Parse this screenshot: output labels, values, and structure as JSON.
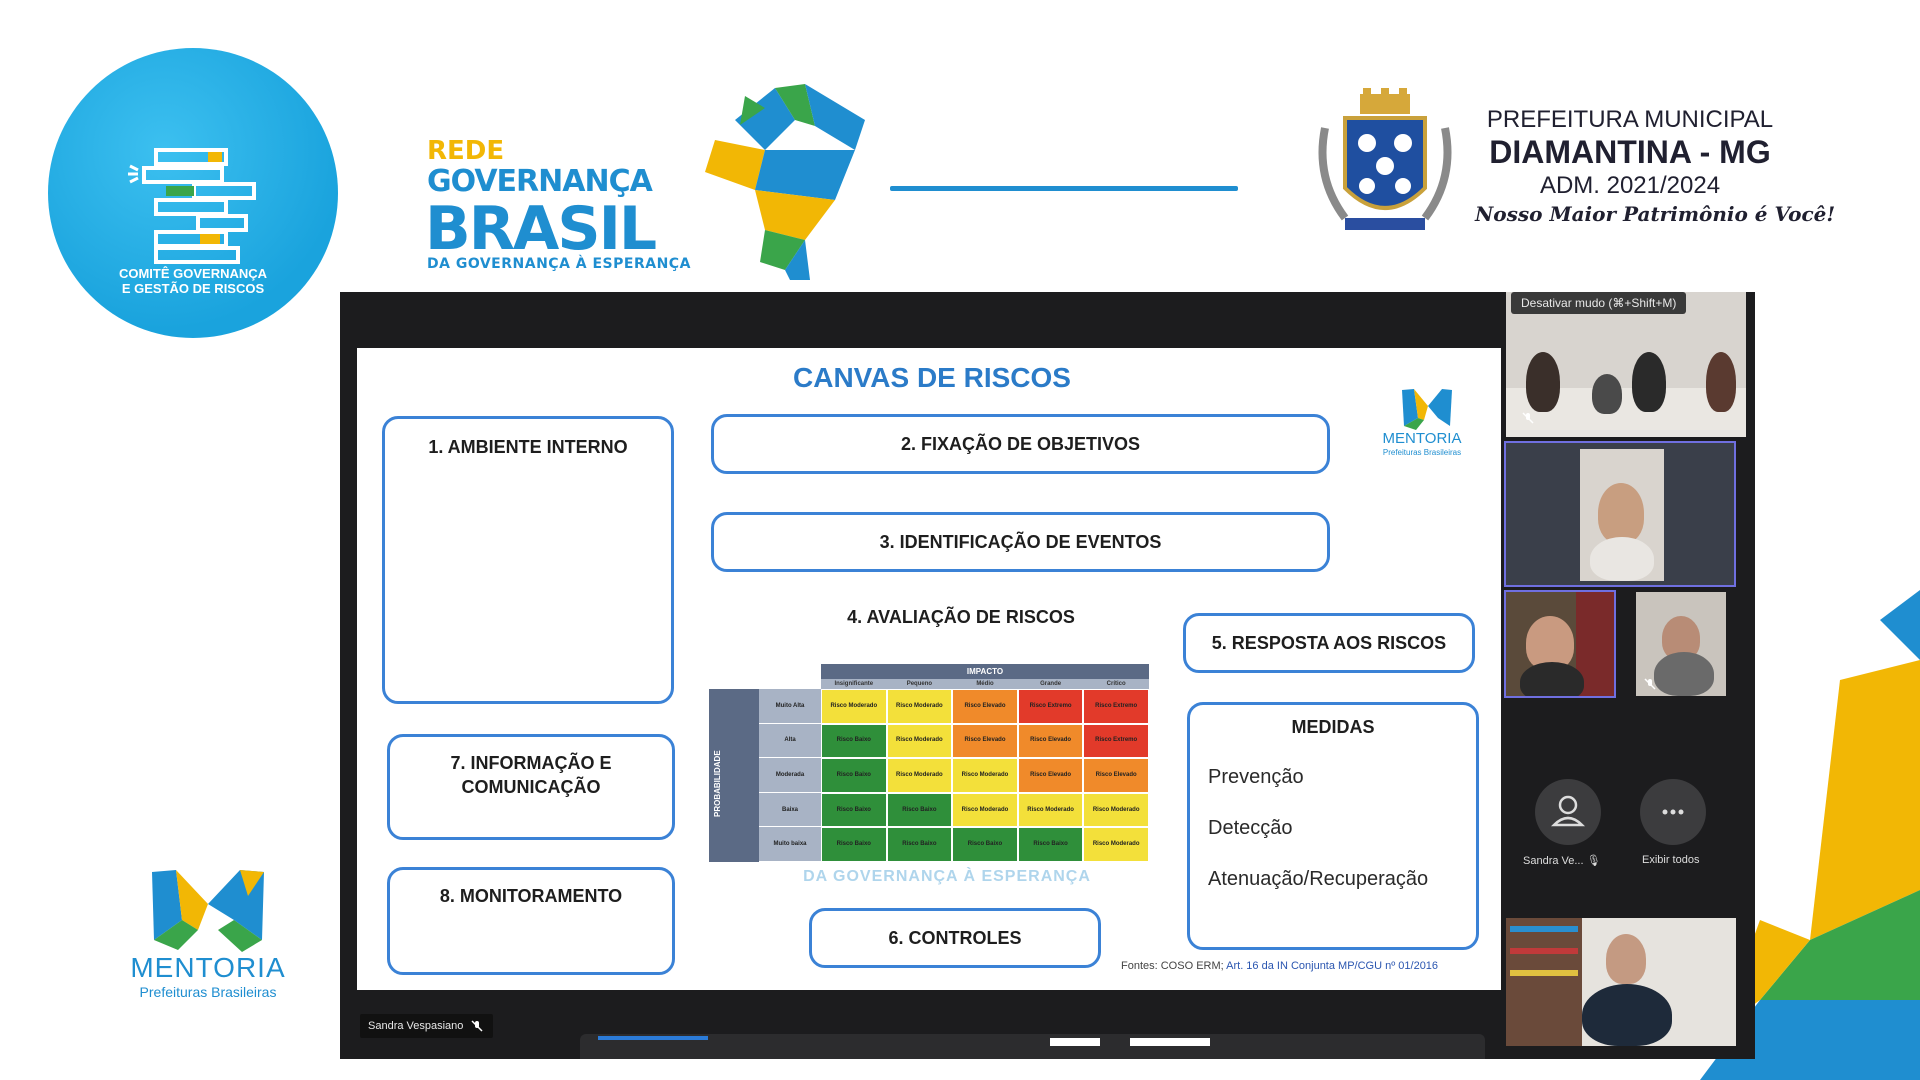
{
  "branding": {
    "comite": {
      "line1": "COMITÊ GOVERNANÇA",
      "line2": "E GESTÃO DE RISCOS"
    },
    "rede": {
      "line1": "REDE",
      "line2": "GOVERNANÇA",
      "line3": "BRASIL",
      "tagline": "DA GOVERNANÇA À ESPERANÇA"
    },
    "prefeitura": {
      "line1": "PREFEITURA MUNICIPAL",
      "line2": "DIAMANTINA - MG",
      "line3": "ADM. 2021/2024",
      "slogan": "Nosso Maior Patrimônio é Você!"
    },
    "mentoria": {
      "name": "MENTORIA",
      "subtitle": "Prefeituras Brasileiras"
    }
  },
  "colors": {
    "accent": "#1f8ed0",
    "yellow": "#f2b705",
    "green": "#3aa54a",
    "slide_border": "#3b82d6"
  },
  "meeting": {
    "unmute_tooltip": "Desativar mudo (⌘+Shift+M)",
    "presenter_name": "Sandra Vespasiano",
    "participant_name": "Sandra Ve...",
    "show_all_label": "Exibir todos",
    "icons": {
      "mute": "mic-muted-icon",
      "avatar": "user-avatar-icon",
      "more": "more-dots-icon"
    }
  },
  "slide": {
    "title": "CANVAS DE RISCOS",
    "box1": "1.   AMBIENTE INTERNO",
    "box2": "2. FIXAÇÃO DE OBJETIVOS",
    "box3": "3. IDENTIFICAÇÃO DE EVENTOS",
    "box4": "4. AVALIAÇÃO DE RISCOS",
    "box5": "5. RESPOSTA AOS RISCOS",
    "box6": "6. CONTROLES",
    "box7_l1": "7. INFORMAÇÃO E",
    "box7_l2": "COMUNICAÇÃO",
    "box8": "8. MONITORAMENTO",
    "medidas": {
      "title": "MEDIDAS",
      "items": [
        "Prevenção",
        "Detecção",
        "Atenuação/Recuperação"
      ]
    },
    "fontes_prefix": "Fontes: COSO ERM; ",
    "fontes_link": "Art. 16 da IN Conjunta MP/CGU nº 01/2016",
    "watermark": "DA GOVERNANÇA À ESPERANÇA",
    "logo_name": "MENTORIA",
    "logo_sub": "Prefeituras Brasileiras",
    "matrix": {
      "impact_label": "IMPACTO",
      "prob_label": "PROBABILIDADE",
      "columns": [
        "Insignificante",
        "Pequeno",
        "Médio",
        "Grande",
        "Crítico"
      ],
      "rows": [
        "Muito Alta",
        "Alta",
        "Moderada",
        "Baixa",
        "Muito baixa"
      ],
      "cells": [
        [
          "Risco Moderado",
          "Risco Moderado",
          "Risco Elevado",
          "Risco Extremo",
          "Risco Extremo"
        ],
        [
          "Risco Baixo",
          "Risco Moderado",
          "Risco Elevado",
          "Risco Elevado",
          "Risco Extremo"
        ],
        [
          "Risco Baixo",
          "Risco Moderado",
          "Risco Moderado",
          "Risco Elevado",
          "Risco Elevado"
        ],
        [
          "Risco Baixo",
          "Risco Baixo",
          "Risco Moderado",
          "Risco Moderado",
          "Risco Moderado"
        ],
        [
          "Risco Baixo",
          "Risco Baixo",
          "Risco Baixo",
          "Risco Baixo",
          "Risco Moderado"
        ]
      ],
      "cell_colors": [
        [
          "#f3e03a",
          "#f3e03a",
          "#f08a2a",
          "#e23a2a",
          "#e23a2a"
        ],
        [
          "#2f8f3a",
          "#f3e03a",
          "#f08a2a",
          "#f08a2a",
          "#e23a2a"
        ],
        [
          "#2f8f3a",
          "#f3e03a",
          "#f3e03a",
          "#f08a2a",
          "#f08a2a"
        ],
        [
          "#2f8f3a",
          "#2f8f3a",
          "#f3e03a",
          "#f3e03a",
          "#f3e03a"
        ],
        [
          "#2f8f3a",
          "#2f8f3a",
          "#2f8f3a",
          "#2f8f3a",
          "#f3e03a"
        ]
      ]
    }
  }
}
